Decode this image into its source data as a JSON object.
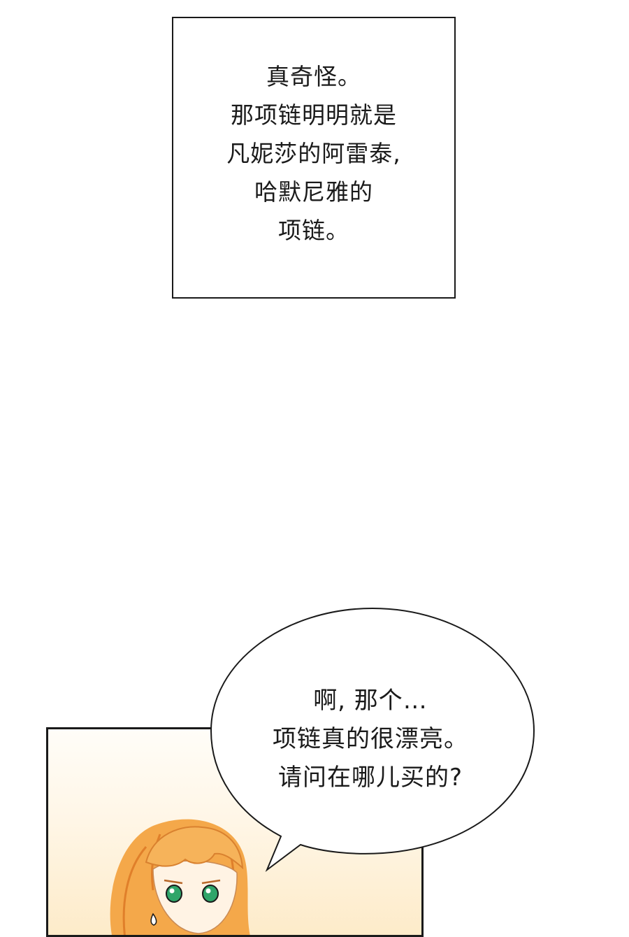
{
  "narration": {
    "lines": [
      "真奇怪。",
      "那项链明明就是",
      "凡妮莎的阿雷泰,",
      "哈默尼雅的",
      "项链。"
    ]
  },
  "speech": {
    "lines": [
      "啊, 那个…",
      "项链真的很漂亮。",
      "请问在哪儿买的?"
    ]
  },
  "colors": {
    "hair": "#f4a84a",
    "hair_shadow": "#e07f2a",
    "eyes": "#2fa56a",
    "panel_glow": "#fdebc9",
    "ink": "#1a1a1a"
  }
}
